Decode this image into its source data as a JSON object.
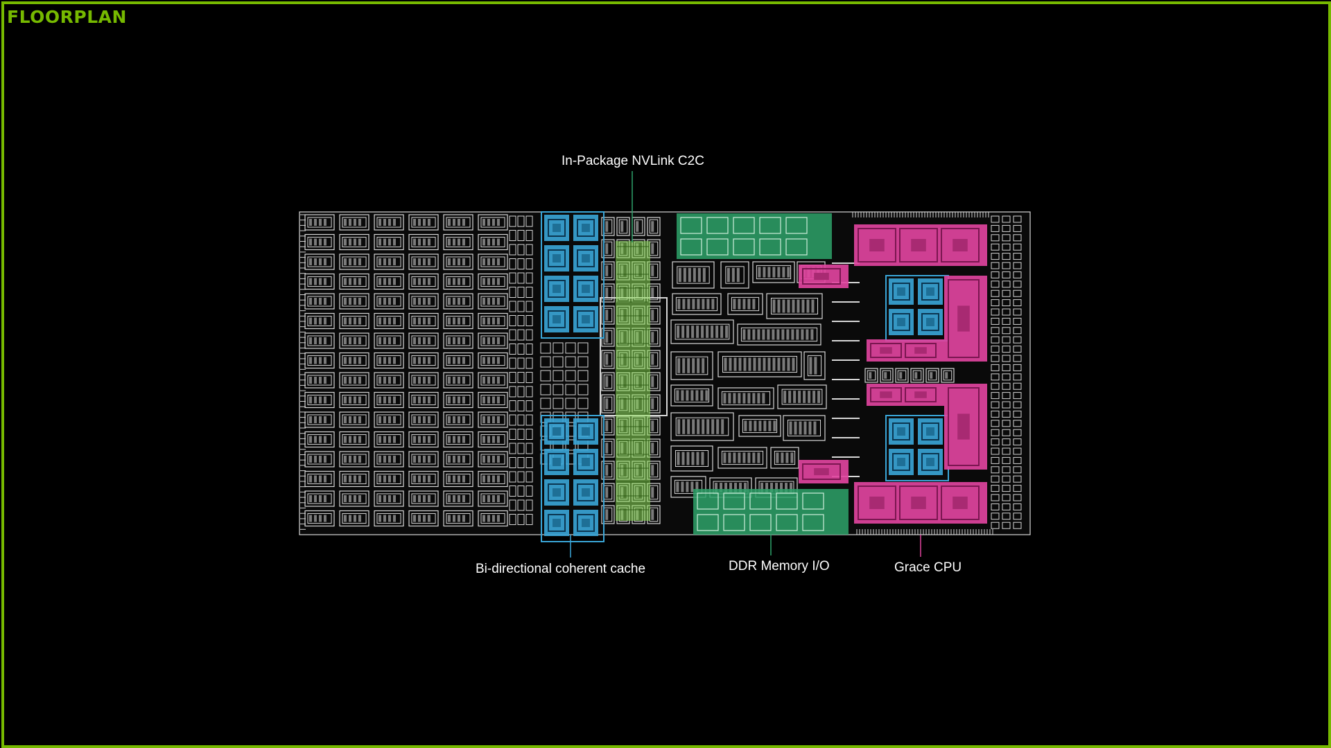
{
  "page": {
    "title": "FLOORPLAN"
  },
  "colors": {
    "frame": "#76b900",
    "title": "#76b900",
    "cache": "#3aa6d8",
    "nvlink": "#8ee05a",
    "ddr": "#2ea36a",
    "cpu": "#e0449e",
    "circuit": "#d8d8d8"
  },
  "callouts": {
    "nvlink": {
      "label": "In-Package NVLink C2C",
      "icon": "nvlink-region"
    },
    "cache": {
      "label": "Bi-directional coherent cache",
      "icon": "cache-region"
    },
    "ddr": {
      "label": "DDR Memory I/O",
      "icon": "ddr-region"
    },
    "cpu": {
      "label": "Grace CPU",
      "icon": "cpu-region"
    }
  }
}
